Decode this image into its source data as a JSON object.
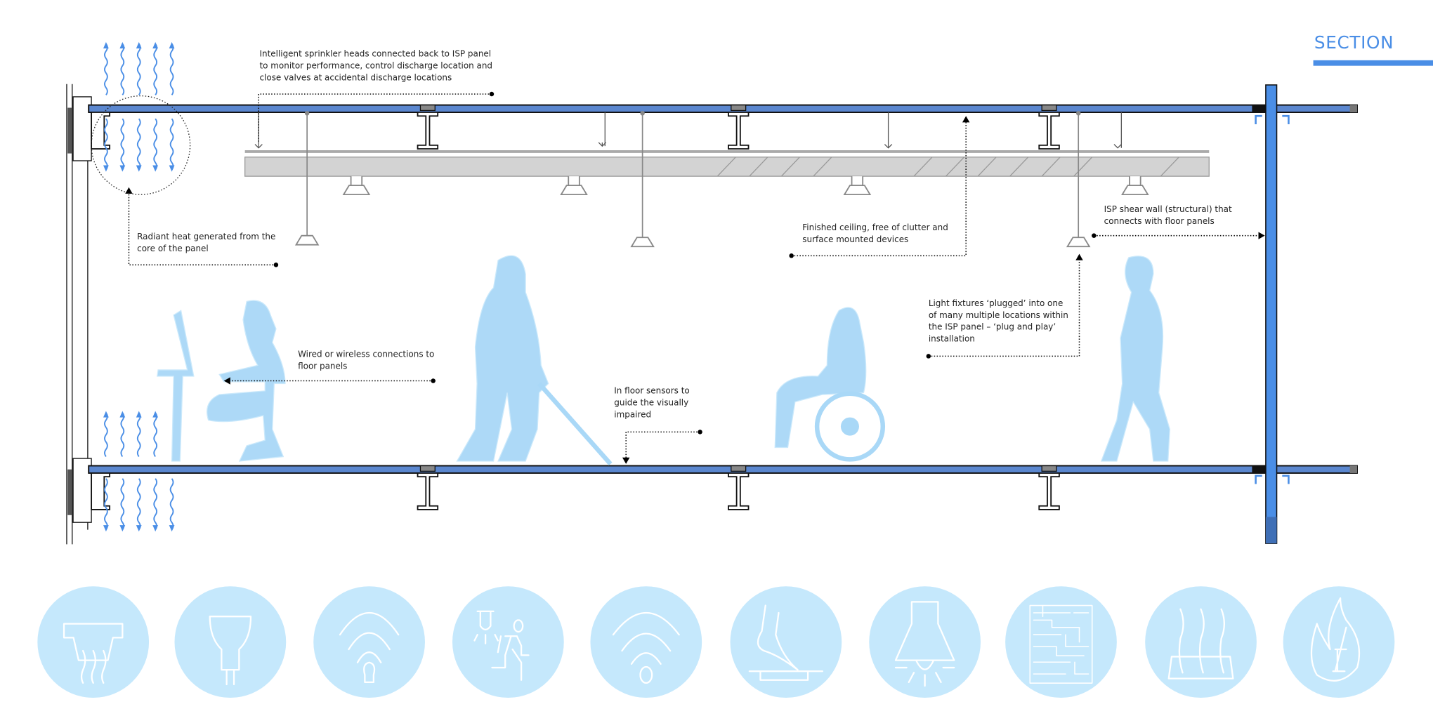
{
  "header": {
    "title": "SECTION",
    "accent_color": "#4a8ee6"
  },
  "annotations": {
    "sprinkler": [
      "Intelligent sprinkler heads connected back to ISP panel",
      "to monitor performance, control discharge location and",
      "close valves at accidental discharge locations"
    ],
    "radiant": [
      "Radiant heat generated from the",
      "core of the panel"
    ],
    "ceiling": [
      "Finished ceiling, free of clutter and",
      "surface mounted devices"
    ],
    "shear_wall": [
      "ISP shear wall (structural) that",
      "connects with floor panels"
    ],
    "wired": [
      "Wired or wireless connections to",
      "floor panels"
    ],
    "sensors": [
      "In floor sensors to",
      "guide the visually",
      "impaired"
    ],
    "lights": [
      "Light fixtures ‘plugged’ into one",
      "of many multiple locations within",
      "the ISP panel – ‘plug and play’",
      "installation"
    ]
  },
  "icons": [
    "radiant-ceiling-icon",
    "light-bulb-icon",
    "wireless-light-icon",
    "emergency-exit-icon",
    "wifi-icon",
    "floor-sensor-icon",
    "pendant-light-icon",
    "circuit-board-icon",
    "floor-heat-icon",
    "fire-resistance-icon"
  ],
  "colors": {
    "slab": "#5b87cf",
    "figures": "#a9d8f7",
    "icon_circle": "#c5e8fc"
  }
}
